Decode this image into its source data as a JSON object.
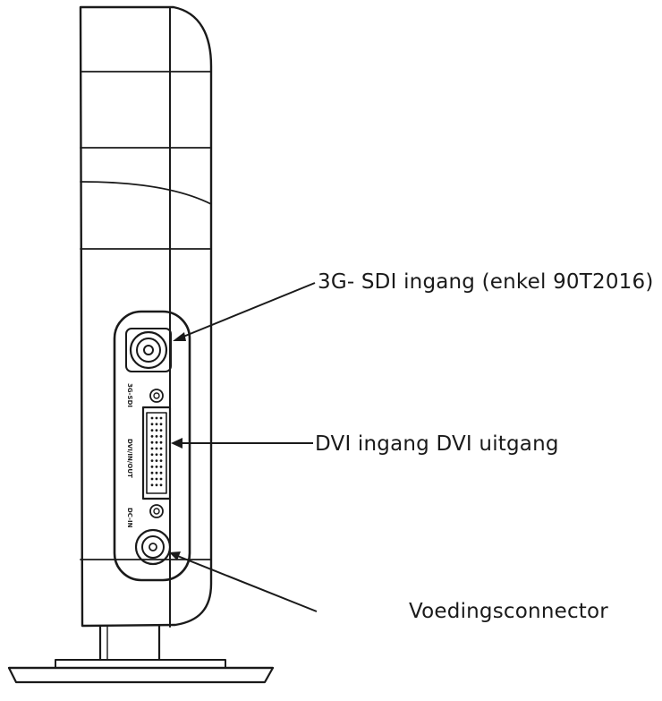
{
  "callouts": {
    "sdi": "3G- SDI ingang (enkel 90T2016)",
    "dvi": "DVI ingang  DVI uitgang",
    "power": "Voedingsconnector"
  },
  "panel_labels": {
    "sdi": "3G-SDI",
    "dvi": "DVI/IN/OUT",
    "dc": "DC-IN"
  },
  "colors": {
    "line": "#1a1a1a",
    "background": "#ffffff"
  }
}
